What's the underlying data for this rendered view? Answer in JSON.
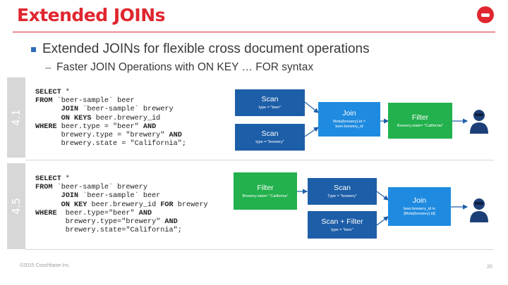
{
  "slide": {
    "title": "Extended JOINs",
    "bullet1": "Extended JOINs for flexible cross document operations",
    "dash": "–",
    "bullet2": "Faster JOIN Operations with ON KEY … FOR syntax",
    "footer": "©2015 Couchbase Inc.",
    "page_number": "20"
  },
  "brand_colors": {
    "accent_red": "#e0262f",
    "box_dark": "#1d5ea8",
    "box_mid": "#1f8be0",
    "box_green": "#22b14c"
  },
  "v41": {
    "label": "4.1",
    "code": [
      [
        "SELECT",
        " *"
      ],
      [
        "FROM",
        " `beer-sample` beer"
      ],
      [
        "      JOIN",
        " `beer-sample` brewery"
      ],
      [
        "      ON KEYS",
        " beer.brewery_id"
      ],
      [
        "WHERE",
        " beer.type = \"beer\" ",
        "AND"
      ],
      [
        "      brewery.type = \"brewery\" ",
        "AND"
      ],
      [
        "      brewery.state = \"California\";"
      ]
    ],
    "boxes": {
      "scan1": {
        "title": "Scan",
        "sub": "type = \"beer\""
      },
      "scan2": {
        "title": "Scan",
        "sub": "type = \"brewery\""
      },
      "join": {
        "title": "Join",
        "sub1": "Meta(brewery).id =",
        "sub2": "beer.brewery_id"
      },
      "filter": {
        "title": "Filter",
        "sub": "Brewery.state= \"California\""
      }
    }
  },
  "v45": {
    "label": "4.5",
    "code": [
      [
        "SELECT",
        " *"
      ],
      [
        "FROM",
        " `beer-sample` brewery"
      ],
      [
        "      JOIN",
        " `beer-sample` beer"
      ],
      [
        "      ON KEY",
        " beer.brewery_id ",
        "FOR",
        " brewery"
      ],
      [
        "WHERE",
        "  beer.type=\"beer\" ",
        "AND"
      ],
      [
        "       brewery.type=\"brewery\" ",
        "AND"
      ],
      [
        "       brewery.state=\"California\";"
      ]
    ],
    "boxes": {
      "filter": {
        "title": "Filter",
        "sub": "Brewery.state= \"California\""
      },
      "scan": {
        "title": "Scan",
        "sub": "Type = \"brewery\""
      },
      "scan_filter": {
        "title": "Scan + Filter",
        "sub": "type = \"beer\""
      },
      "join": {
        "title": "Join",
        "sub1": "beer.brewery_id in",
        "sub2": "[Meta(brewery).id]"
      }
    }
  }
}
